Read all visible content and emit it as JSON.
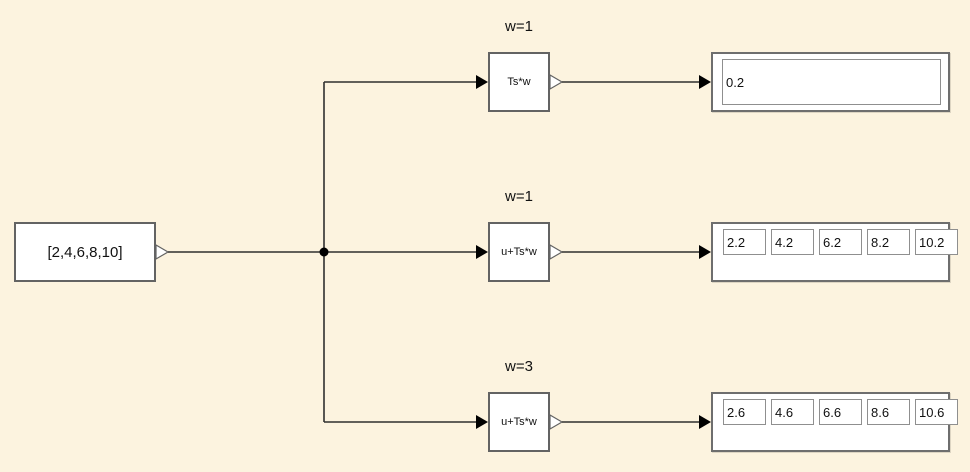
{
  "canvas": {
    "background": "#FCF3DF"
  },
  "source": {
    "label": "[2,4,6,8,10]"
  },
  "gains": [
    {
      "param_label": "w=1",
      "expr": "Ts*w"
    },
    {
      "param_label": "w=1",
      "expr": "u+Ts*w"
    },
    {
      "param_label": "w=3",
      "expr": "u+Ts*w"
    }
  ],
  "displays": [
    {
      "type": "scalar",
      "values": [
        "0.2"
      ]
    },
    {
      "type": "vector",
      "values": [
        "2.2",
        "4.2",
        "6.2",
        "8.2",
        "10.2"
      ]
    },
    {
      "type": "vector",
      "values": [
        "2.6",
        "4.6",
        "6.6",
        "8.6",
        "10.6"
      ]
    }
  ],
  "colors": {
    "canvas_bg": "#FCF3DF",
    "block_fill": "#FFFFFF",
    "block_border": "#636363",
    "signal_line": "#2F2F2F",
    "arrow_fill": "#000000",
    "text": "#111111"
  }
}
